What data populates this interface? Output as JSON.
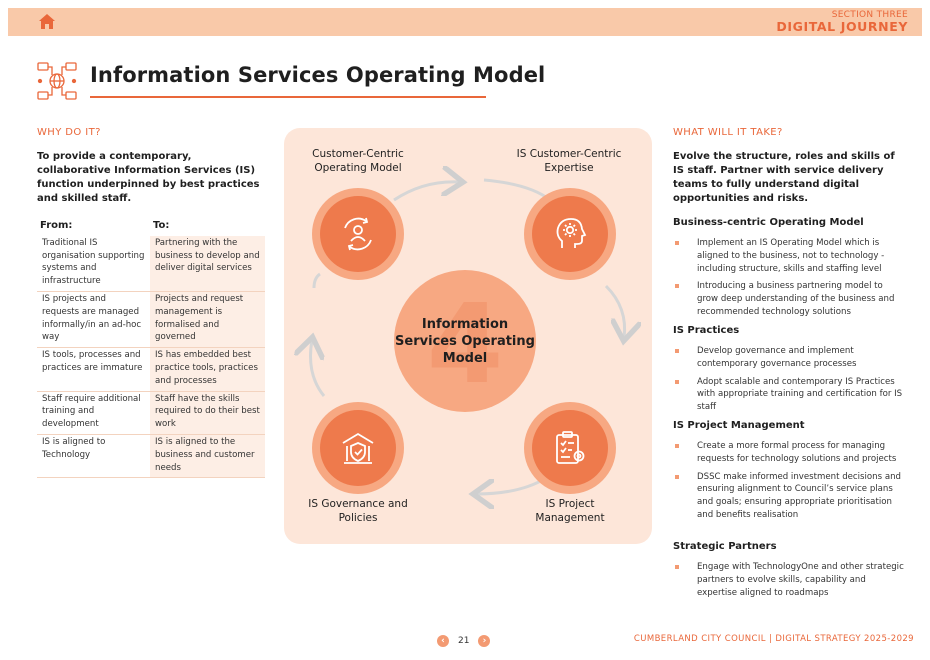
{
  "header": {
    "section": "SECTION THREE",
    "chapter": "DIGITAL JOURNEY",
    "home_icon": "home-icon",
    "accent": "#e9673a"
  },
  "title": "Information Services Operating Model",
  "why": {
    "heading": "WHY DO IT?",
    "lead": "To provide a contemporary, collaborative Information Services (IS) function underpinned by best practices and skilled staff.",
    "table": {
      "headers": [
        "From:",
        "To:"
      ],
      "rows": [
        [
          "Traditional IS organisation supporting systems and infrastructure",
          "Partnering with the business to develop and deliver digital services"
        ],
        [
          "IS projects and requests are managed informally/in an ad-hoc way",
          "Projects and request management is formalised and governed"
        ],
        [
          "IS tools, processes and practices are immature",
          "IS has embedded best practice tools, practices and processes"
        ],
        [
          "Staff require additional training and development",
          "Staff have the skills required to do their best work"
        ],
        [
          "IS is aligned to Technology",
          "IS is aligned to the business and customer needs"
        ]
      ]
    }
  },
  "model": {
    "center_number": "4",
    "center_label": "Information Services Operating Model",
    "nodes": [
      {
        "label": "Customer-Centric Operating Model",
        "icon": "customer-cycle-icon"
      },
      {
        "label": "IS Customer-Centric Expertise",
        "icon": "head-gear-icon"
      },
      {
        "label": "IS Project Management",
        "icon": "clipboard-gear-icon"
      },
      {
        "label": "IS Governance and Policies",
        "icon": "building-shield-icon"
      }
    ]
  },
  "what": {
    "heading": "WHAT WILL IT TAKE?",
    "lead": "Evolve the structure, roles and skills of IS staff. Partner with service delivery teams to fully understand digital opportunities and risks.",
    "sections": [
      {
        "title": "Business-centric Operating Model",
        "items": [
          "Implement an IS Operating Model which is aligned to the business, not to technology - including structure, skills and staffing level",
          "Introducing a business partnering model to grow deep understanding of the business and recommended technology solutions"
        ]
      },
      {
        "title": "IS Practices",
        "items": [
          "Develop governance and implement contemporary governance processes",
          "Adopt scalable and contemporary IS Practices with appropriate training and certification for IS staff"
        ]
      },
      {
        "title": "IS Project Management",
        "items": [
          "Create a more formal process for managing requests for technology solutions and projects",
          "DSSC make informed investment decisions and ensuring alignment to Council’s service plans and goals; ensuring appropriate prioritisation and benefits realisation"
        ]
      },
      {
        "title": "Strategic Partners",
        "items": [
          "Engage with TechnologyOne and other strategic partners to evolve skills, capability and expertise aligned to roadmaps"
        ]
      }
    ]
  },
  "footer": {
    "page": "21",
    "prev_icon": "chevron-left-icon",
    "next_icon": "chevron-right-icon",
    "text": "CUMBERLAND CITY COUNCIL  |  DIGITAL STRATEGY 2025-2029"
  }
}
